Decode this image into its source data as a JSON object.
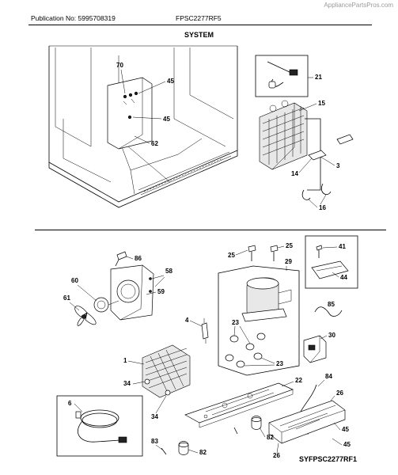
{
  "header": {
    "watermark": "AppliancePartsPros.com",
    "publication": "Publication No: 5995708319",
    "model": "FPSC2277RF5",
    "section": "SYSTEM"
  },
  "callouts": {
    "c70": "70",
    "c45a": "45",
    "c45b": "45",
    "c62": "62",
    "c21": "21",
    "c15": "15",
    "c14": "14",
    "c3": "3",
    "c16": "16",
    "c86": "86",
    "c58": "58",
    "c59": "59",
    "c60": "60",
    "c61": "61",
    "c25a": "25",
    "c25b": "25",
    "c29": "29",
    "c41": "41",
    "c44": "44",
    "c85": "85",
    "c4": "4",
    "c23a": "23",
    "c23b": "23",
    "c30": "30",
    "c1": "1",
    "c34a": "34",
    "c34b": "34",
    "c22": "22",
    "c84": "84",
    "c26a": "26",
    "c26b": "26",
    "c45c": "45",
    "c45d": "45",
    "c6": "6",
    "c82a": "82",
    "c82b": "82",
    "c83": "83"
  },
  "footer": {
    "diagram_id": "SYFPSC2277RF1"
  }
}
